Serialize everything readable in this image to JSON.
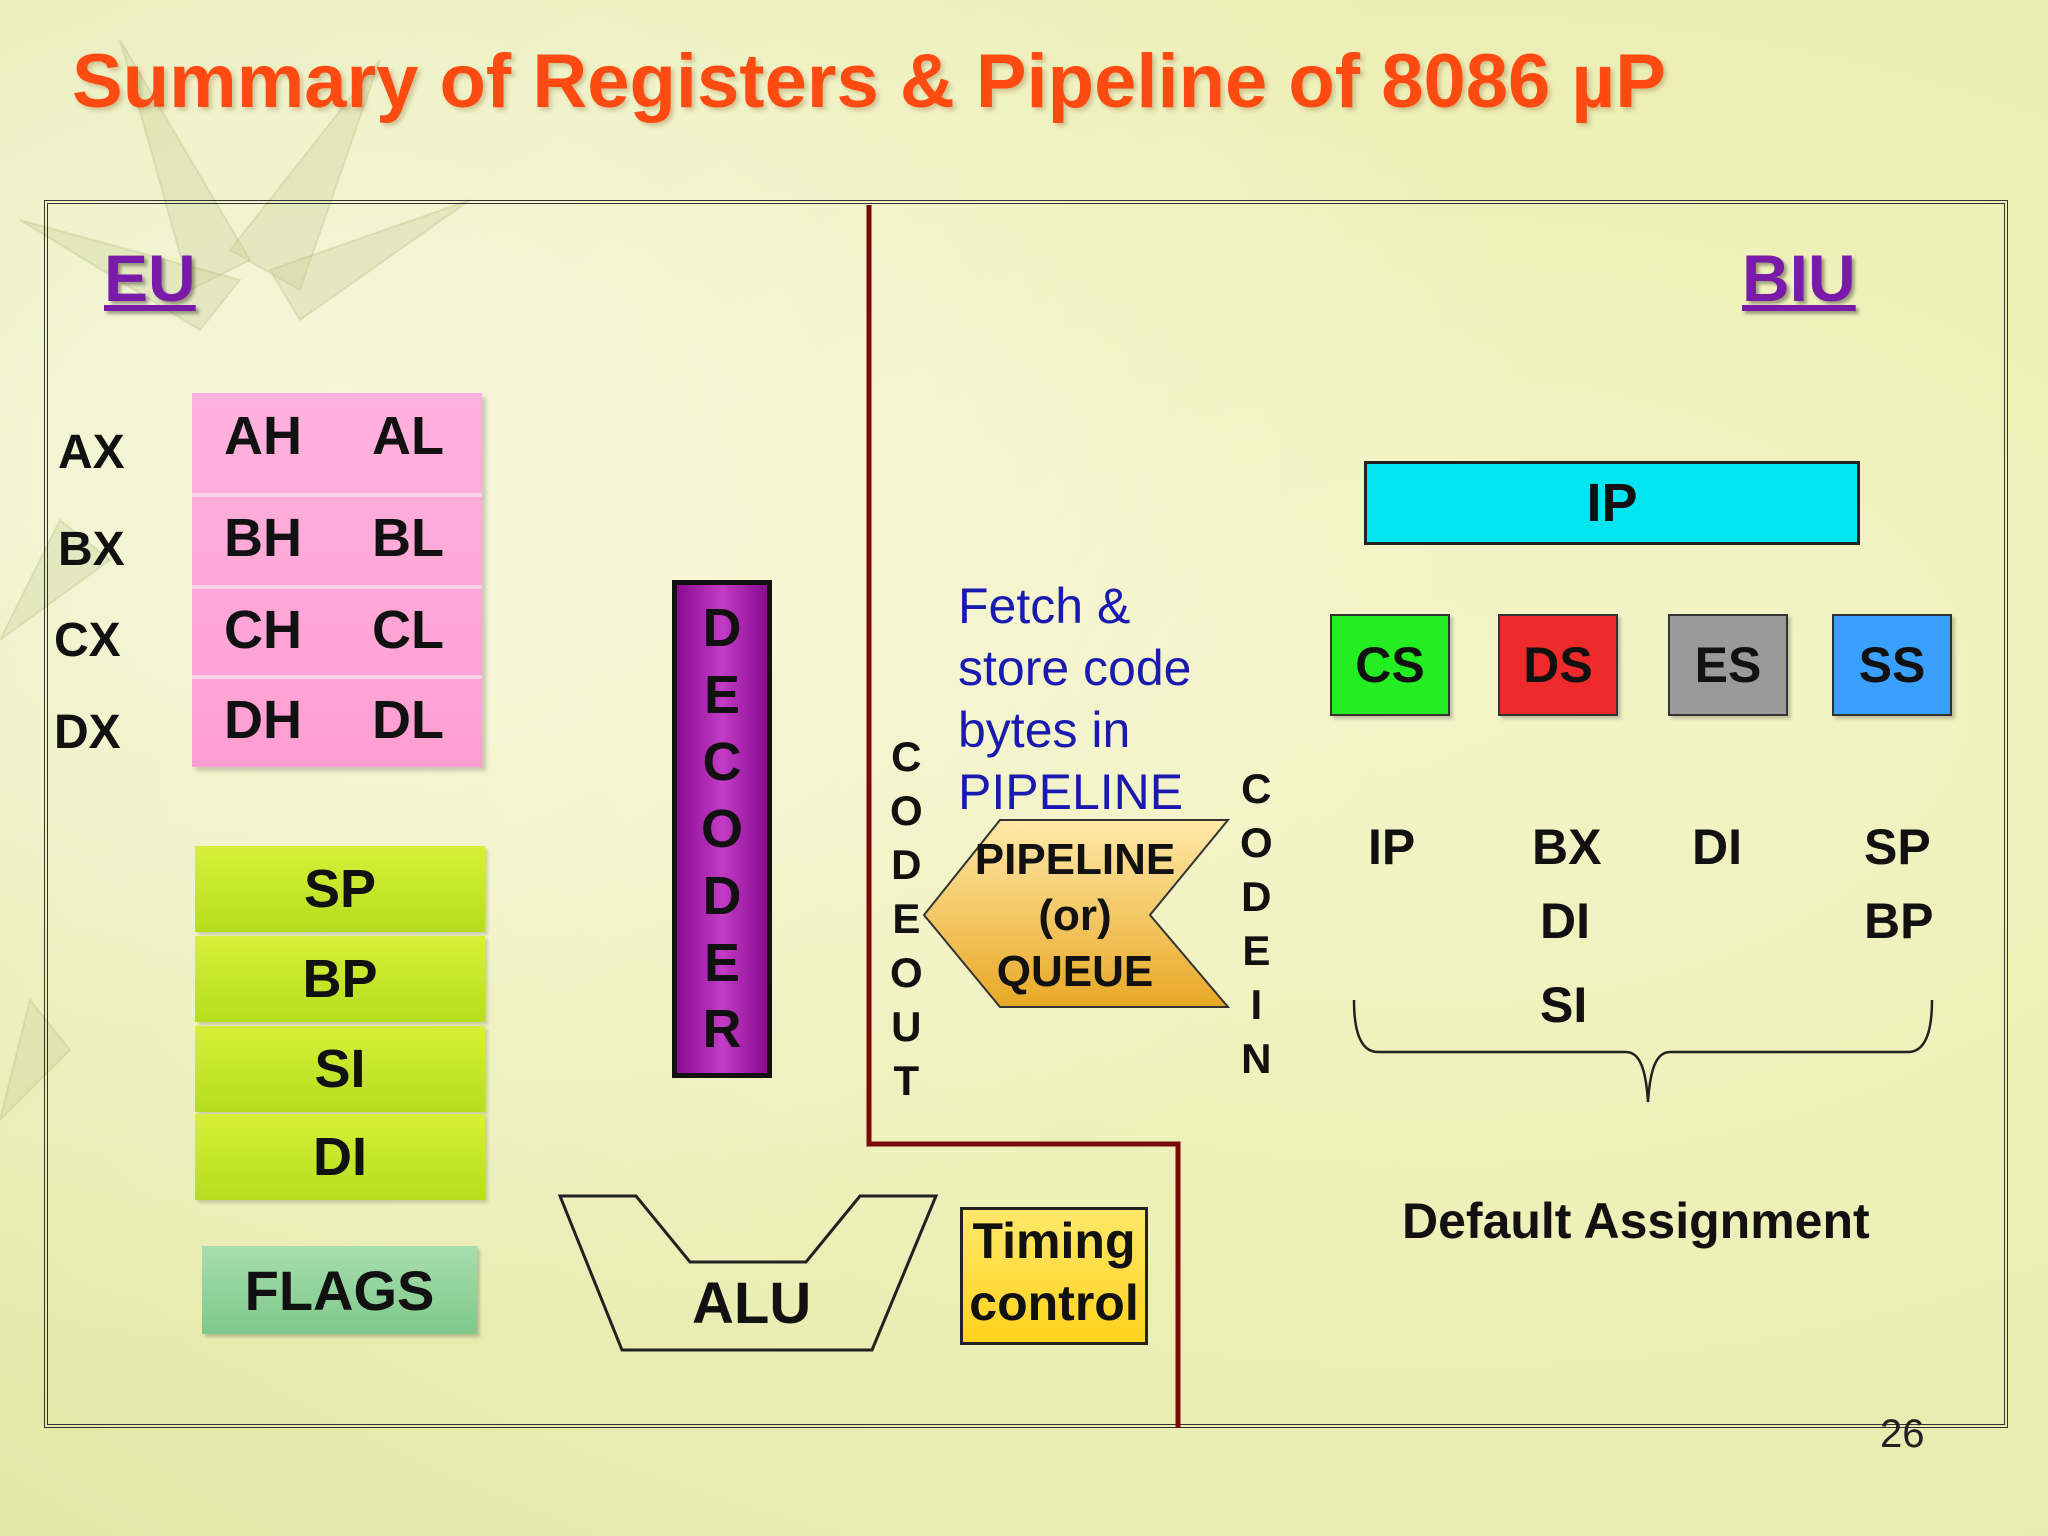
{
  "title": "Summary of Registers & Pipeline of 8086 µP",
  "eu": {
    "label": "EU",
    "row_labels": [
      "AX",
      "BX",
      "CX",
      "DX"
    ],
    "high_regs": [
      "AH",
      "BH",
      "CH",
      "DH"
    ],
    "low_regs": [
      "AL",
      "BL",
      "CL",
      "DL"
    ],
    "pointer_regs": [
      "SP",
      "BP",
      "SI",
      "DI"
    ],
    "flags": "FLAGS",
    "decoder_letters": [
      "D",
      "E",
      "C",
      "O",
      "D",
      "E",
      "R"
    ],
    "alu": "ALU",
    "timing": [
      "Timing",
      "control"
    ]
  },
  "pipeline": {
    "code_out_letters": [
      "C",
      "O",
      "D",
      "E",
      "O",
      "U",
      "T"
    ],
    "code_in_letters": [
      "C",
      "O",
      "D",
      "E",
      "I",
      "N"
    ],
    "fetch_text": "Fetch &\nstore code\nbytes in\nPIPELINE",
    "queue_lines": [
      "PIPELINE",
      "(or)",
      "QUEUE"
    ]
  },
  "biu": {
    "label": "BIU",
    "ip": "IP",
    "segments": [
      {
        "label": "CS",
        "color": "#22ee22"
      },
      {
        "label": "DS",
        "color": "#ee2a2a"
      },
      {
        "label": "ES",
        "color": "#9a9a9a"
      },
      {
        "label": "SS",
        "color": "#3aa0ff"
      }
    ],
    "default_assignments": [
      [
        "IP"
      ],
      [
        "BX",
        "DI",
        "SI"
      ],
      [
        "DI"
      ],
      [
        "SP",
        "BP"
      ]
    ],
    "default_label": "Default Assignment"
  },
  "page_number": "26",
  "colors": {
    "title": "#ff4a12",
    "divider": "#7a0a0a",
    "unit_label": "#7a1aa8",
    "fetch_text": "#1a1ab0"
  }
}
